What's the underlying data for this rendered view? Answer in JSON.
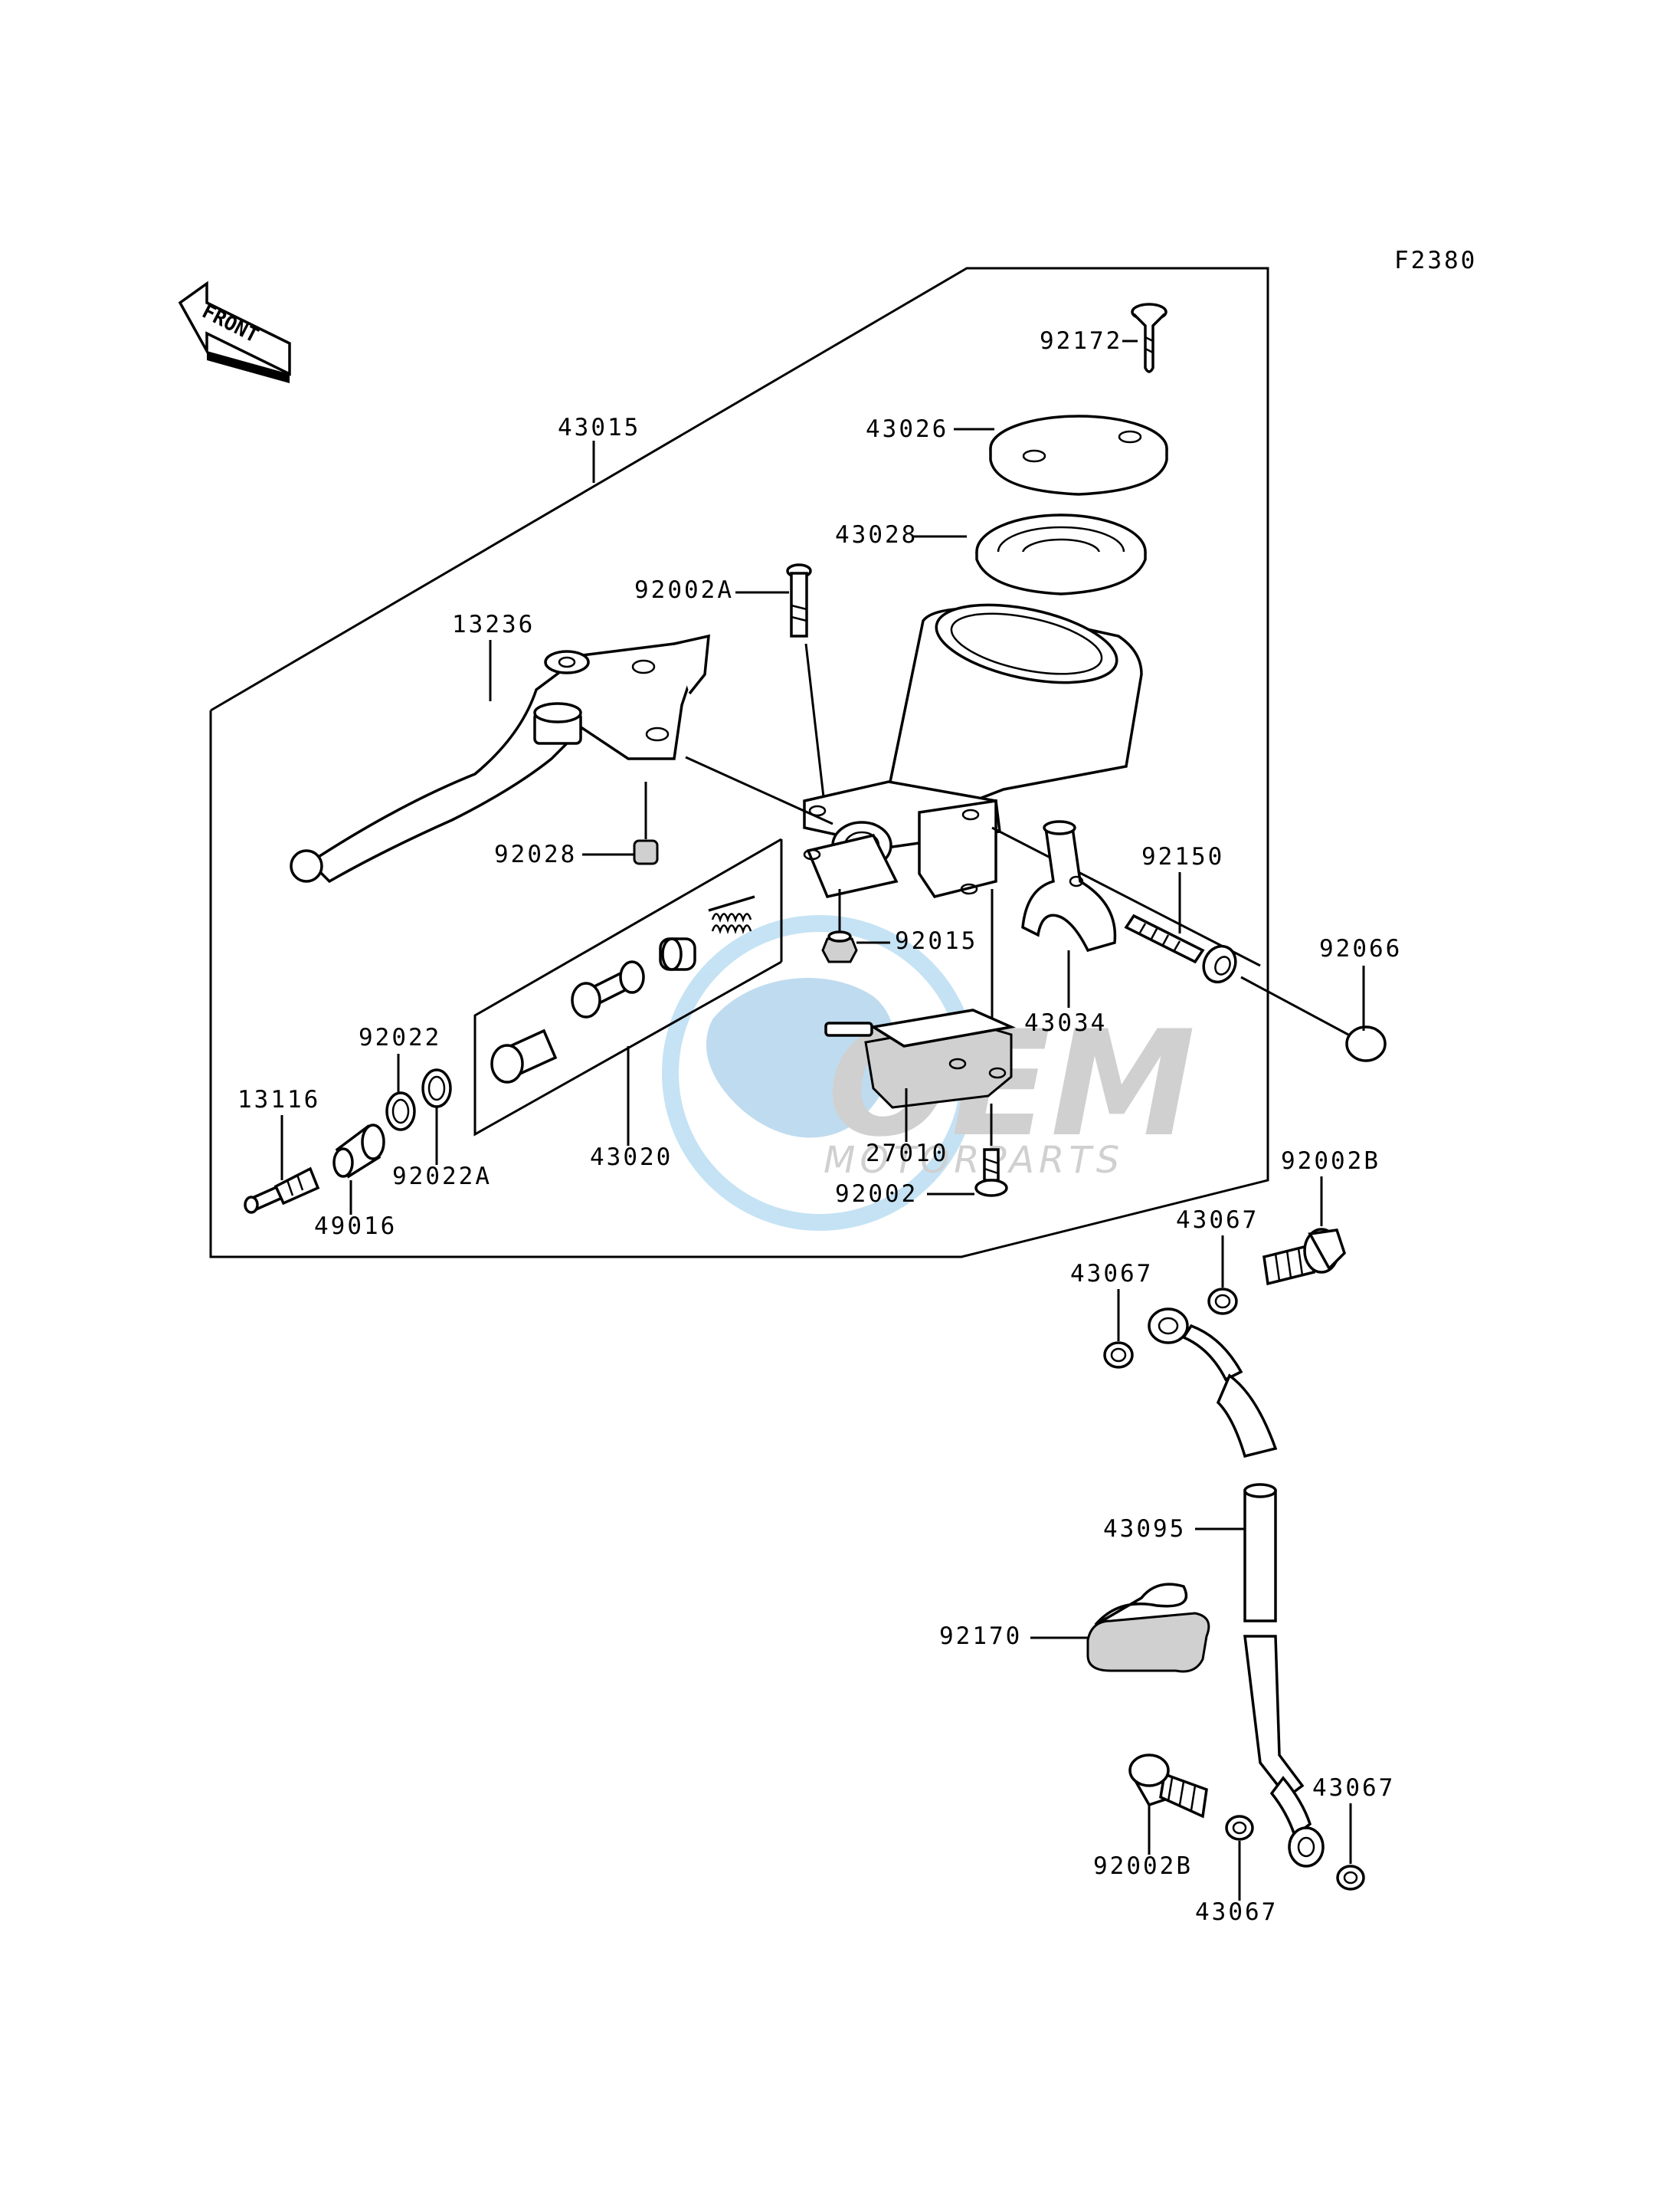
{
  "diagram_code": "F2380",
  "front_arrow_text": "FRONT",
  "watermark": {
    "brand": "OEM",
    "sub": "MOTORPARTS"
  },
  "labels": {
    "p92172": "92172",
    "p43026": "43026",
    "p43015": "43015",
    "p43028": "43028",
    "p92002A": "92002A",
    "p13236": "13236",
    "p92028": "92028",
    "p92150": "92150",
    "p92015": "92015",
    "p92066": "92066",
    "p43034": "43034",
    "p92022": "92022",
    "p13116": "13116",
    "p43020": "43020",
    "p92022A": "92022A",
    "p27010": "27010",
    "p49016": "49016",
    "p92002": "92002",
    "p92002B_top": "92002B",
    "p43067_a": "43067",
    "p43067_b": "43067",
    "p43095": "43095",
    "p92170": "92170",
    "p92002B_bottom": "92002B",
    "p43067_c": "43067",
    "p43067_d": "43067"
  }
}
